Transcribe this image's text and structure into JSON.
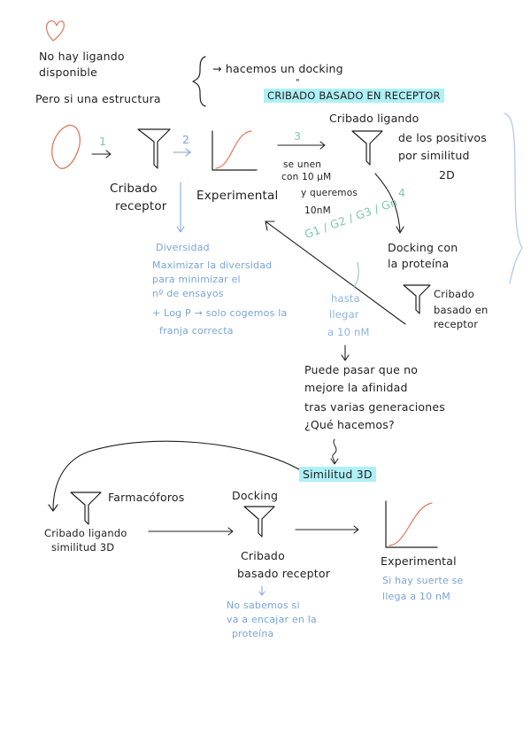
{
  "notes": {
    "no_ligand": "No hay ligando",
    "available": "disponible",
    "but_structure": "Pero si una estructura",
    "we_do_docking": "→ hacemos un docking",
    "ditto_mark": "\"",
    "receptor_screening": "CRIBADO BASADO EN RECEPTOR",
    "step1": "1",
    "step2": "2",
    "step3": "3",
    "step4": "4",
    "screening": "Cribado",
    "receptor": "receptor",
    "experimental": "Experimental",
    "bind_10uM_1": "se unen",
    "bind_10uM_2": "con 10 µM",
    "want_1": "y queremos",
    "want_2": "10nM",
    "ligand_screening": "Cribado ligando",
    "of_positives_1": "de los positivos",
    "of_positives_2": "por similitud",
    "of_positives_3": "2D",
    "docking_with_1": "Docking con",
    "docking_with_2": "la proteína",
    "receptor_screening_small_1": "Cribado",
    "receptor_screening_small_2": "basado en",
    "receptor_screening_small_3": "receptor",
    "generations": "G1 / G2 / G3 / Gn",
    "until_1": "hasta",
    "until_2": "llegar",
    "until_3": "a 10 nM",
    "diversity_title": "Diversidad",
    "diversity_1": "Maximizar la diversidad",
    "diversity_2": "para minimizar el",
    "diversity_3": "nº de ensayos",
    "diversity_4": "+ Log P → solo cogemos la",
    "diversity_5": "franja correcta",
    "may_happen_1": "Puede pasar que no",
    "may_happen_2": "mejore la afinidad",
    "may_happen_3": "tras varias generaciones",
    "may_happen_4": "¿Qué hacemos?",
    "similarity_3d": "Similitud 3D",
    "pharmacophores": "Farmacóforos",
    "docking_label": "Docking",
    "ligand_3d_1": "Cribado ligando",
    "ligand_3d_2": "similitud 3D",
    "receptor_2_1": "Cribado",
    "receptor_2_2": "basado receptor",
    "we_dont_know_1": "No sabemos si",
    "we_dont_know_2": "va a encajar en la",
    "we_dont_know_3": "proteína",
    "experimental_2": "Experimental",
    "lucky_1": "Si hay suerte se",
    "lucky_2": "llega a 10 nM"
  },
  "colors": {
    "ink": "#1f1f1f",
    "red_ink": "#e0795f",
    "blue_ink": "#7aa3d8",
    "green_ink": "#7ec6b0",
    "highlight": "#aef0f6",
    "bracket_blue": "#a9c6ea"
  },
  "icons": [
    "heart-icon",
    "funnel-icon",
    "sigmoid-curve-icon",
    "arrow-icon",
    "bracket-icon"
  ]
}
